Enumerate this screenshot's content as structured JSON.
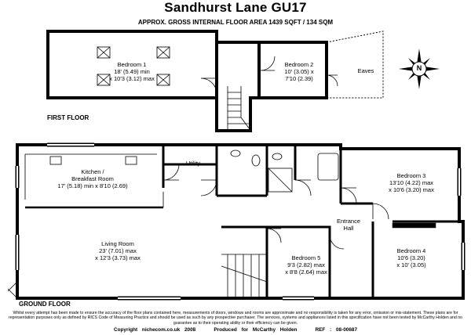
{
  "title": "Sandhurst Lane GU17",
  "subtitle": "APPROX. GROSS INTERNAL FLOOR AREA 1439 SQFT / 134 SQM",
  "floors": {
    "first": "FIRST FLOOR",
    "ground": "GROUND FLOOR"
  },
  "rooms": {
    "bedroom1": {
      "name": "Bedroom 1",
      "dim1": "18' (5.49) min",
      "dim2": "x 10'3 (3.12) max"
    },
    "bedroom2": {
      "name": "Bedroom 2",
      "dim1": "10' (3.05) x",
      "dim2": "7'10 (2.39)"
    },
    "eaves": {
      "name": "Eaves"
    },
    "kitchen": {
      "name1": "Kitchen /",
      "name2": "Breakfast Room",
      "dim1": "17' (5.18) min x 8'10 (2.69)"
    },
    "utility": {
      "name": "Utility"
    },
    "bedroom3": {
      "name": "Bedroom 3",
      "dim1": "13'10 (4.22) max",
      "dim2": "x 10'6 (3.20) max"
    },
    "living": {
      "name": "Living Room",
      "dim1": "23' (7.01) max",
      "dim2": "x 12'3 (3.73) max"
    },
    "entrance": {
      "name1": "Entrance",
      "name2": "Hall"
    },
    "bedroom4": {
      "name": "Bedroom 4",
      "dim1": "10'6 (3.20)",
      "dim2": "x 10' (3.05)"
    },
    "bedroom5": {
      "name": "Bedroom 5",
      "dim1": "9'3 (2.82) max",
      "dim2": "x 8'8 (2.64) max"
    }
  },
  "compass": {
    "letter": "N"
  },
  "disclaimer": "Whilst every attempt has been made to ensure the accuracy of the floor plans contained here, measurements of doors, windows and rooms are approximate and no responsibility is taken for any error, omission or mis-statement. These plans are for representation purposes only as defined by RICS Code of Measuring Practice and should be used as such by any prospective purchaser. The services, systems and appliances listed in this specification have not been tested by McCarthy Holden and no guarantee as to their operating ability or their efficiency can be given.",
  "footer": {
    "copyright": "Copyright nichecom.co.uk 2008",
    "produced": "Produced for McCarthy Holden",
    "ref": "REF : 08-00687"
  }
}
